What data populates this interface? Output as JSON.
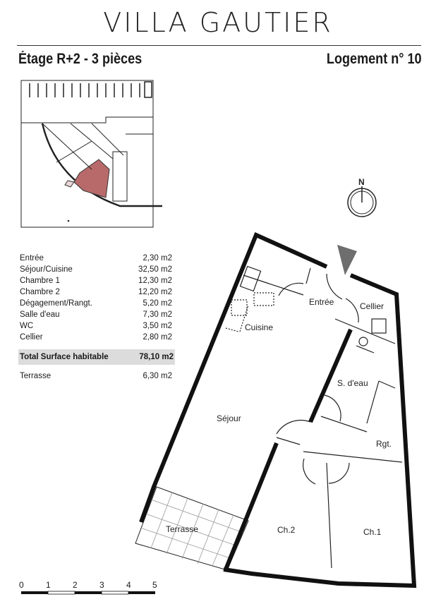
{
  "header": {
    "brand": "VILLA GAUTIER",
    "floor_title": "Étage R+2 - 3 pièces",
    "unit_title": "Logement n° 10"
  },
  "surfaces": {
    "rooms": [
      {
        "name": "Entrée",
        "area": "2,30 m2"
      },
      {
        "name": "Séjour/Cuisine",
        "area": "32,50 m2"
      },
      {
        "name": "Chambre 1",
        "area": "12,30 m2"
      },
      {
        "name": "Chambre 2",
        "area": "12,20 m2"
      },
      {
        "name": "Dégagement/Rangt.",
        "area": "5,20 m2"
      },
      {
        "name": "Salle d'eau",
        "area": "7,30 m2"
      },
      {
        "name": "WC",
        "area": "3,50 m2"
      },
      {
        "name": "Cellier",
        "area": "2,80 m2"
      }
    ],
    "total_label": "Total Surface habitable",
    "total_area": "78,10 m2",
    "terrace_label": "Terrasse",
    "terrace_area": "6,30 m2"
  },
  "plan": {
    "compass_label": "N",
    "rooms": {
      "entree": "Entrée",
      "cellier": "Cellier",
      "cuisine": "Cuisine",
      "sdeau": "S. d'eau",
      "sejour": "Séjour",
      "rgt": "Rgt.",
      "terrasse": "Terrasse",
      "ch2": "Ch.2",
      "ch1": "Ch.1"
    },
    "highlight_color": "#b86a6a",
    "arrow_color": "#6e6e6e"
  },
  "scale": {
    "ticks": [
      "0",
      "1",
      "2",
      "3",
      "4",
      "5"
    ]
  }
}
